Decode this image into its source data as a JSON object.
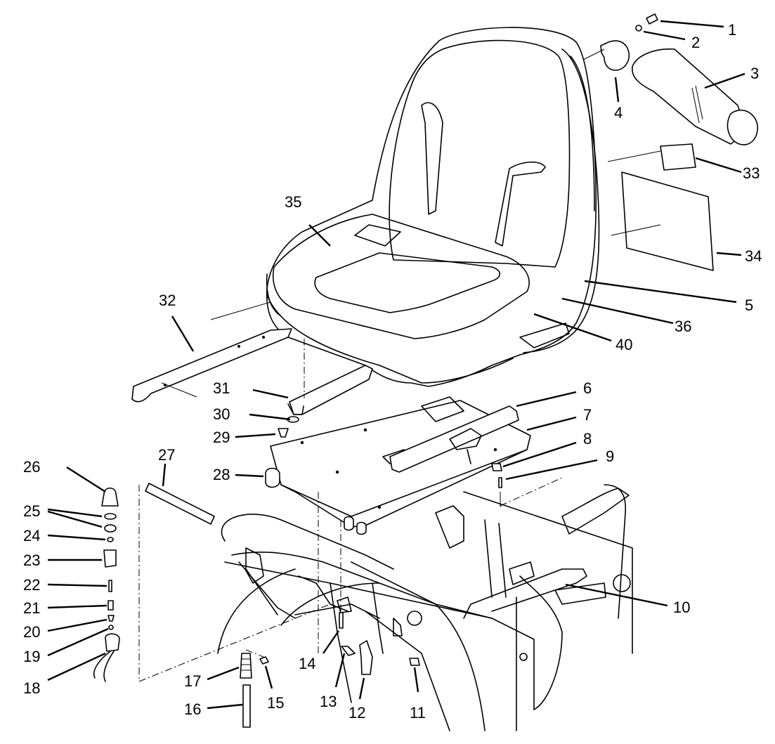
{
  "callouts": {
    "c1": "1",
    "c2": "2",
    "c3": "3",
    "c4": "4",
    "c5": "5",
    "c6": "6",
    "c7": "7",
    "c8": "8",
    "c9": "9",
    "c10": "10",
    "c11": "11",
    "c12": "12",
    "c13": "13",
    "c14": "14",
    "c15": "15",
    "c16": "16",
    "c17": "17",
    "c18": "18",
    "c19": "19",
    "c20": "20",
    "c21": "21",
    "c22": "22",
    "c23": "23",
    "c24": "24",
    "c25": "25",
    "c26": "26",
    "c27": "27",
    "c28": "28",
    "c29": "29",
    "c30": "30",
    "c31": "31",
    "c32": "32",
    "c33": "33",
    "c34": "34",
    "c35": "35",
    "c36": "36",
    "c40": "40"
  },
  "colors": {
    "ink": "#000000",
    "paper": "#ffffff"
  }
}
